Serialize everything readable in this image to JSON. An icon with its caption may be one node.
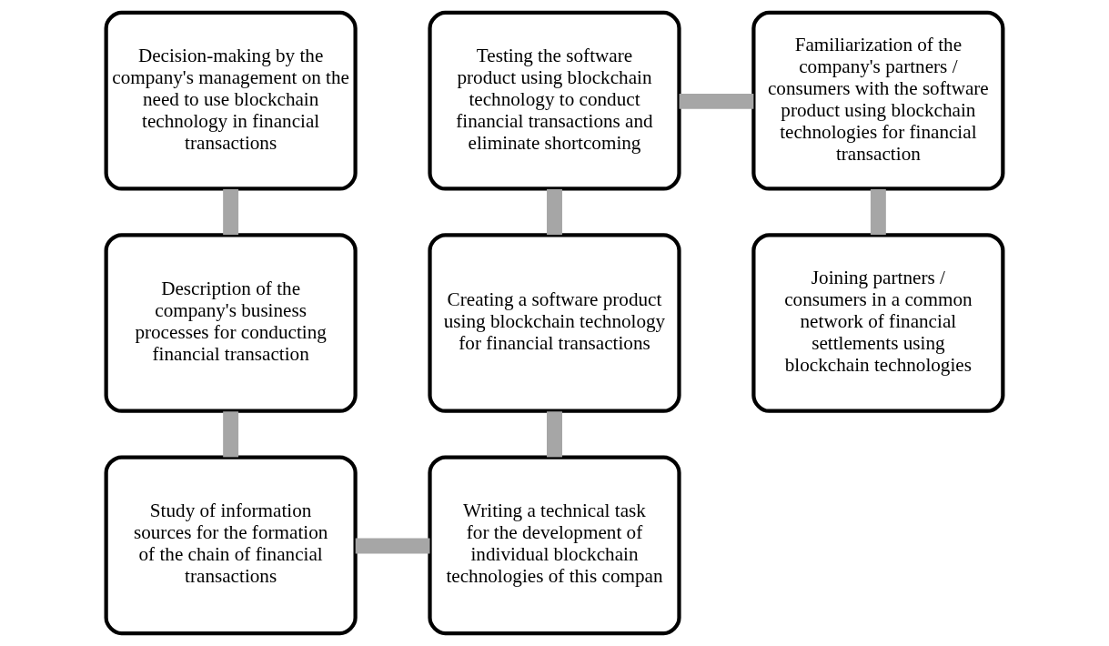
{
  "diagram": {
    "nodes": [
      {
        "text": [
          "Decision-making by the company's management on the need to use blockchain technology in financial transactions"
        ]
      },
      {
        "text": [
          "Description of the company's business processes for conducting financial transaction"
        ]
      },
      {
        "text": [
          "Study of information sources for the formation of the chain of financial transactions"
        ]
      },
      {
        "text": [
          "Writing a technical task for the development of individual blockchain technologies of this compan"
        ]
      },
      {
        "text": [
          "Creating a software product using blockchain technology for financial transactions"
        ]
      },
      {
        "text": [
          "Testing the software product using blockchain technology to conduct financial transactions and eliminate shortcoming"
        ]
      },
      {
        "text": [
          "Familiarization of the company's partners / consumers with the software product using blockchain technologies for financial transaction"
        ]
      },
      {
        "text": [
          "Joining partners / consumers in a common network of financial settlements using blockchain technologies"
        ]
      }
    ],
    "edges": [
      {
        "from": 0,
        "to": 1,
        "arrow": "none"
      },
      {
        "from": 1,
        "to": 2,
        "arrow": "none"
      },
      {
        "from": 2,
        "to": 3,
        "arrow": "none"
      },
      {
        "from": 3,
        "to": 4,
        "arrow": "none"
      },
      {
        "from": 4,
        "to": 5,
        "arrow": "none"
      },
      {
        "from": 5,
        "to": 6,
        "arrow": "none"
      },
      {
        "from": 6,
        "to": 7,
        "arrow": "none"
      }
    ]
  }
}
